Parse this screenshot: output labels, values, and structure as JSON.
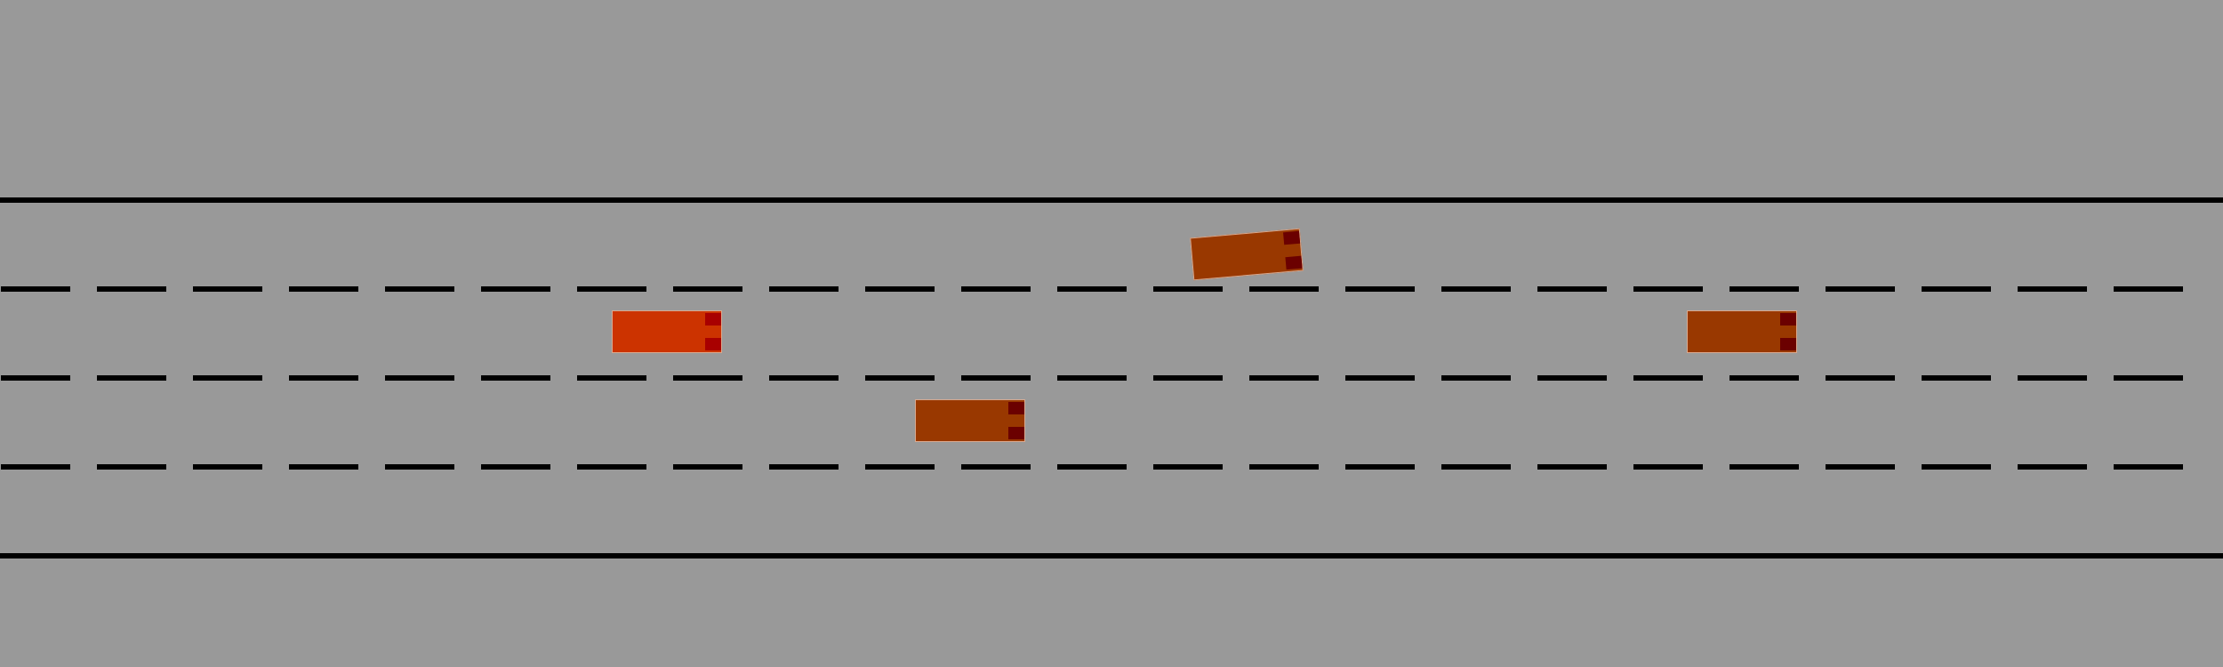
{
  "scene": {
    "type": "highway-lane-simulation",
    "lanes": 4,
    "direction": "right",
    "colors": {
      "road": "#999999",
      "markings": "#000000",
      "ego_vehicle": "#cc3300",
      "ego_lights": "#a80000",
      "other_vehicle": "#993800",
      "other_lights": "#6b0000"
    }
  },
  "vehicles": [
    {
      "id": "ego",
      "role": "controlled",
      "lane": 2
    },
    {
      "id": "v1",
      "role": "traffic",
      "lane": 1,
      "note": "changing lanes"
    },
    {
      "id": "v2",
      "role": "traffic",
      "lane": 3
    },
    {
      "id": "v3",
      "role": "traffic",
      "lane": 2
    }
  ]
}
